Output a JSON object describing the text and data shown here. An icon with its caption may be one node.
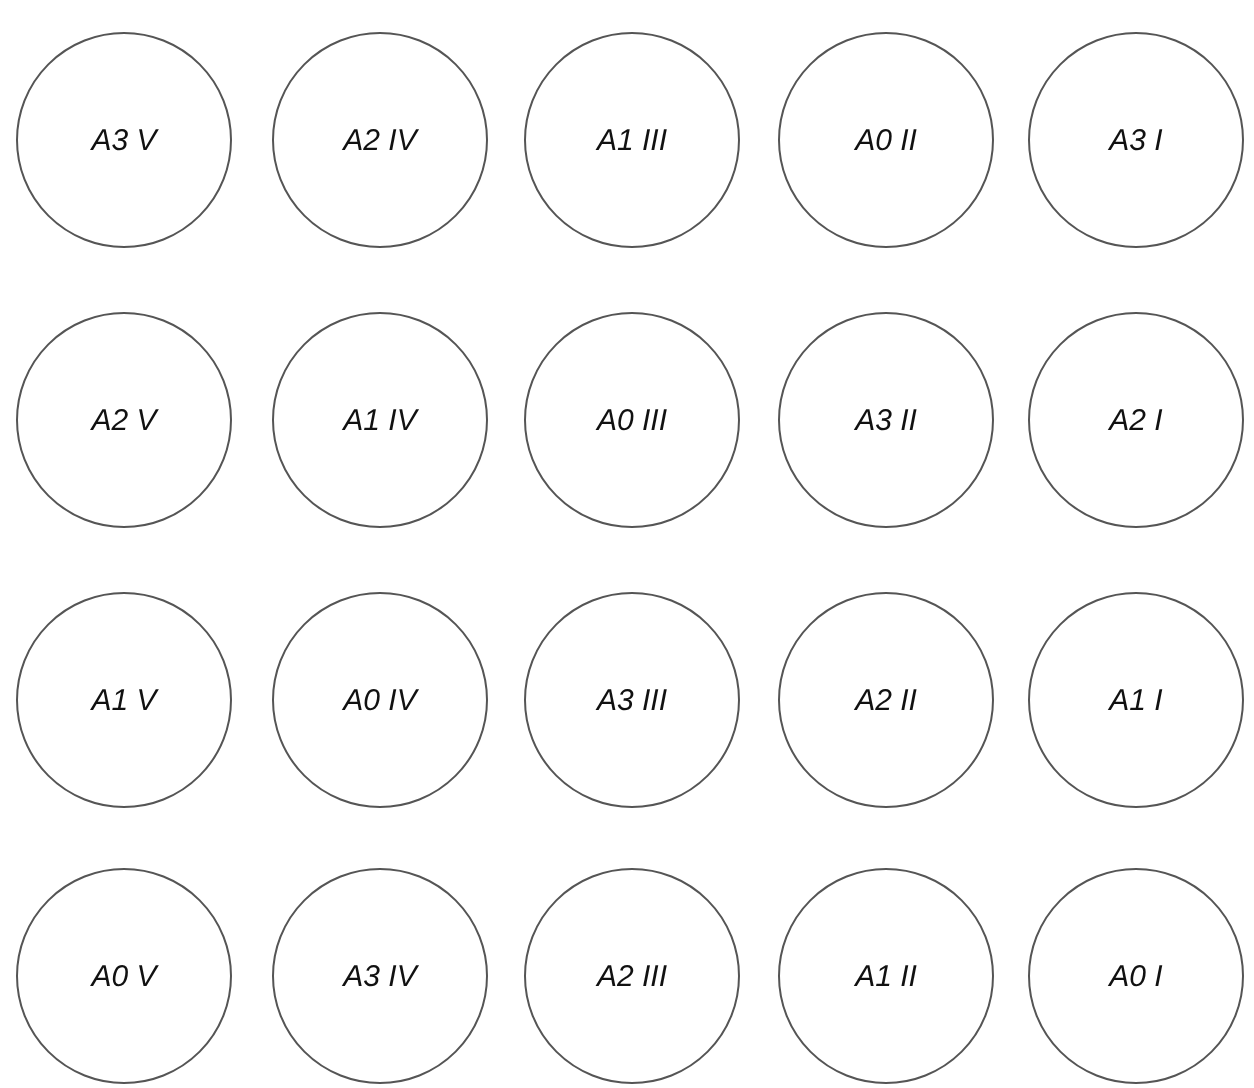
{
  "diagram": {
    "nodes": [
      {
        "text": [
          "A3 V"
        ]
      },
      {
        "text": [
          "A2 IV"
        ]
      },
      {
        "text": [
          "A1 III"
        ]
      },
      {
        "text": [
          "A0 II"
        ]
      },
      {
        "text": [
          "A3 I"
        ]
      },
      {
        "text": [
          "A2 V"
        ]
      },
      {
        "text": [
          "A1 IV"
        ]
      },
      {
        "text": [
          "A0 III"
        ]
      },
      {
        "text": [
          "A3 II"
        ]
      },
      {
        "text": [
          "A2 I"
        ]
      },
      {
        "text": [
          "A1 V"
        ]
      },
      {
        "text": [
          "A0 IV"
        ]
      },
      {
        "text": [
          "A3 III"
        ]
      },
      {
        "text": [
          "A2 II"
        ]
      },
      {
        "text": [
          "A1 I"
        ]
      },
      {
        "text": [
          "A0 V"
        ]
      },
      {
        "text": [
          "A3 IV"
        ]
      },
      {
        "text": [
          "A2 III"
        ]
      },
      {
        "text": [
          "A1 II"
        ]
      },
      {
        "text": [
          "A0 I"
        ]
      }
    ]
  }
}
